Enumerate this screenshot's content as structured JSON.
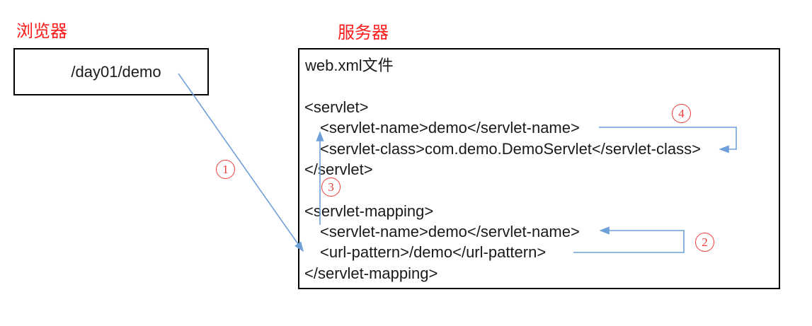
{
  "browser": {
    "title": "浏览器",
    "request_path": "/day01/demo"
  },
  "server": {
    "title": "服务器",
    "file_label": "web.xml文件",
    "servlet": {
      "open": "<servlet>",
      "name": "<servlet-name>demo</servlet-name>",
      "class": "<servlet-class>com.demo.DemoServlet</servlet-class>",
      "close": "</servlet>"
    },
    "mapping": {
      "open": "<servlet-mapping>",
      "name": "<servlet-name>demo</servlet-name>",
      "url": "<url-pattern>/demo</url-pattern>",
      "close": "</servlet-mapping>"
    }
  },
  "steps": [
    {
      "symbol": "①",
      "digit": "1"
    },
    {
      "symbol": "②",
      "digit": "2"
    },
    {
      "symbol": "③",
      "digit": "3"
    },
    {
      "symbol": "④",
      "digit": "4"
    }
  ],
  "colors": {
    "arrow_blue": "#6f9fd8",
    "step_red": "#ef3b3b",
    "title_red": "#fe1a1a",
    "code_text": "#1a1a1a",
    "box_border": "#000000"
  }
}
